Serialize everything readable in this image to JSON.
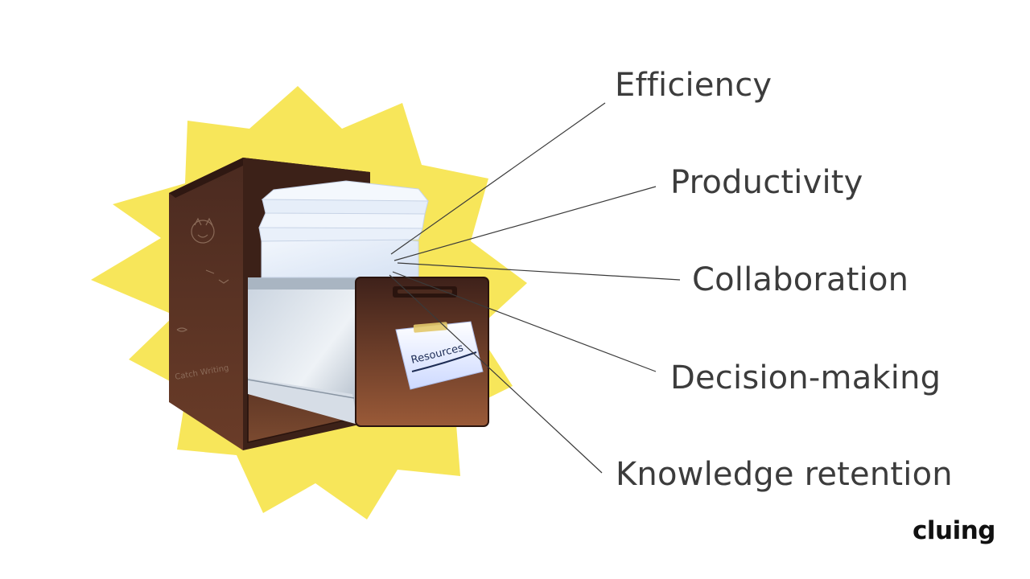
{
  "benefits": [
    "Efficiency",
    "Productivity",
    "Collaboration",
    "Decision-making",
    "Knowledge retention"
  ],
  "note_text": "Resources",
  "cabinet_scribbles": [
    "Catch Writing"
  ],
  "brand": "cluing",
  "colors": {
    "starburst": "#f7e65a",
    "cabinet": "#4a2a20",
    "paper": "#e6effb",
    "note": "#dce6ff",
    "text": "#3c3c3c",
    "line": "#3a3a3a"
  },
  "icons": [
    "starburst-icon",
    "filing-cabinet-icon",
    "sticky-note-icon",
    "paper-stack-icon"
  ]
}
